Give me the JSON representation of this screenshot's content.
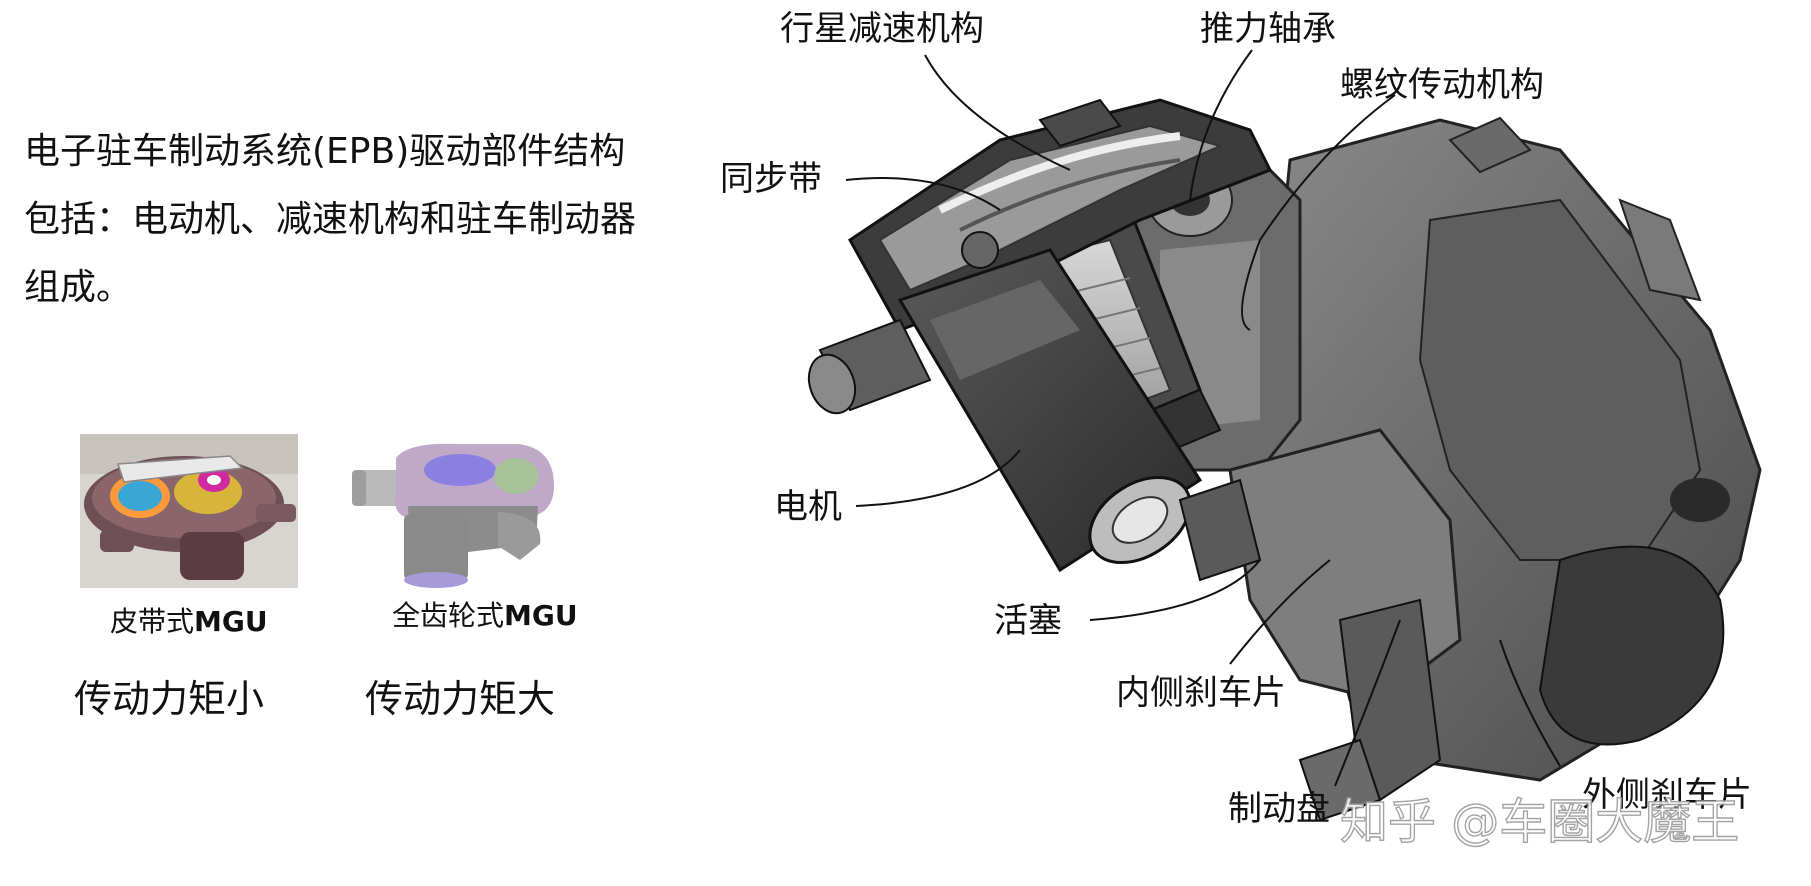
{
  "intro": {
    "line1": "电子驻车制动系统(EPB)驱动部件结构",
    "line2": "包括：电动机、减速机构和驻车制动器",
    "line3": "组成。"
  },
  "mgu": [
    {
      "prefix": "皮带式",
      "suffix": "MGU",
      "torque": "传动力矩小"
    },
    {
      "prefix": "全齿轮式",
      "suffix": "MGU",
      "torque": "传动力矩大"
    }
  ],
  "callouts": {
    "planetary": "行星减速机构",
    "thrust_bearing": "推力轴承",
    "screw": "螺纹传动机构",
    "belt": "同步带",
    "motor": "电机",
    "piston": "活塞",
    "inner_pad": "内侧刹车片",
    "disc": "制动盘",
    "outer_pad": "外侧刹车片"
  },
  "watermark": "知乎 @车圈大魔王"
}
